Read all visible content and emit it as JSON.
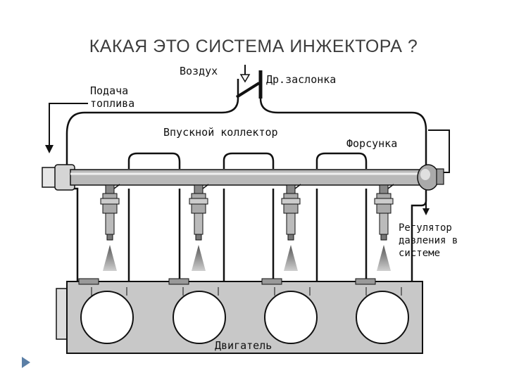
{
  "title": "КАКАЯ ЭТО СИСТЕМА ИНЖЕКТОРА ?",
  "labels": {
    "air": "Воздух",
    "throttle": "Др.заслонка",
    "fuel_supply_1": "Подача",
    "fuel_supply_2": "топлива",
    "intake_manifold": "Впускной коллектор",
    "injector": "Форсунка",
    "regulator_1": "Регулятор",
    "regulator_2": "давления в",
    "regulator_3": "системе",
    "engine": "Двигатель"
  },
  "colors": {
    "line": "#111111",
    "rail_fill": "#b9b9b9",
    "engine_fill": "#c8c8c8",
    "nav_arrow": "#5b7fa6",
    "title": "#3c3c3c"
  },
  "icons": {
    "nav": "triangle-right-icon"
  }
}
